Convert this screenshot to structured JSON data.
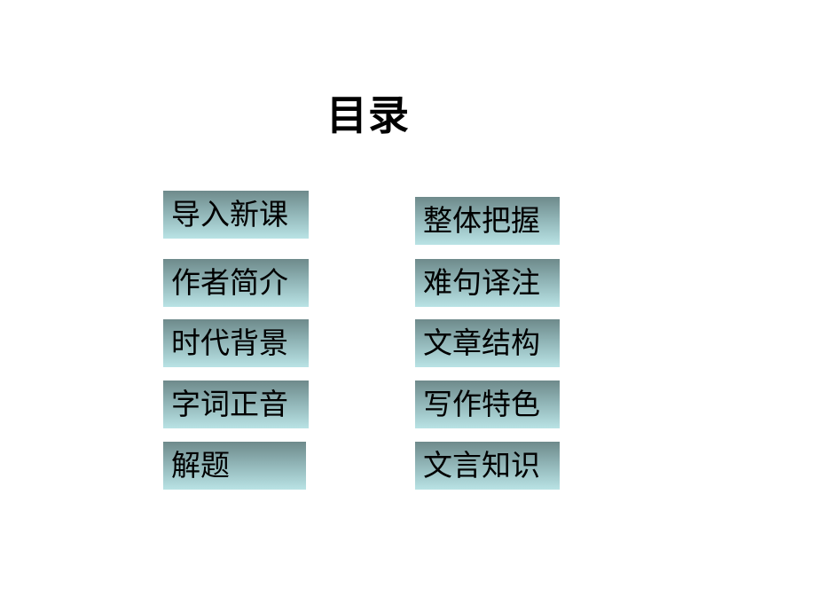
{
  "slide": {
    "title": "目录",
    "colors": {
      "background": "#ffffff",
      "button_gradient_top": "#6e8a8b",
      "button_gradient_bottom": "#b9e3e5",
      "text": "#000000"
    },
    "left_column": [
      {
        "label": "导入新课"
      },
      {
        "label": "作者简介"
      },
      {
        "label": "时代背景"
      },
      {
        "label": "字词正音"
      },
      {
        "label": "解题"
      }
    ],
    "right_column": [
      {
        "label": "整体把握"
      },
      {
        "label": "难句译注"
      },
      {
        "label": "文章结构"
      },
      {
        "label": "写作特色"
      },
      {
        "label": "文言知识"
      }
    ]
  }
}
